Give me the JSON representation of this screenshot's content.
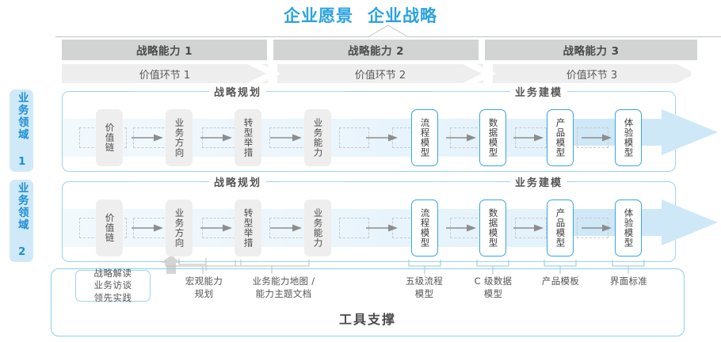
{
  "header": {
    "vision": "企业愿景",
    "strategy": "企业战略"
  },
  "capabilities": [
    {
      "label": "战略能力 1"
    },
    {
      "label": "战略能力 2"
    },
    {
      "label": "战略能力 3"
    }
  ],
  "value_segments": [
    {
      "label": "价值环节 1"
    },
    {
      "label": "价值环节 2"
    },
    {
      "label": "价值环节 3"
    }
  ],
  "domains": [
    {
      "label": "业务领域 1"
    },
    {
      "label": "业务领域 2"
    }
  ],
  "sections": {
    "planning": "战略规划",
    "modeling": "业务建模"
  },
  "nodes": {
    "planning": [
      {
        "label": "价值链"
      },
      {
        "label": "业务方向"
      },
      {
        "label": "转型举措"
      },
      {
        "label": "业务能力"
      }
    ],
    "modeling": [
      {
        "label": "流程模型"
      },
      {
        "label": "数据模型"
      },
      {
        "label": "产品模型"
      },
      {
        "label": "体验模型"
      }
    ]
  },
  "tools": [
    {
      "label": "战略解读\n业务访谈\n领先实践"
    },
    {
      "label": "宏观能力\n规划"
    },
    {
      "label": "业务能力地图 /\n能力主题文档"
    },
    {
      "label": "五级流程\n模型"
    },
    {
      "label": "C 级数据\n模型"
    },
    {
      "label": "产品模板"
    },
    {
      "label": "界面标准"
    }
  ],
  "tool_support_title": "工具支撑",
  "colors": {
    "accent_blue": "#2aa3e0",
    "node_blue_border": "#3aa5e0",
    "bar_gray": "#d2d4d4",
    "band_gray": "#eeeeee",
    "tab_blue": "#cfe9f9",
    "container_border": "#9fd3ef"
  }
}
